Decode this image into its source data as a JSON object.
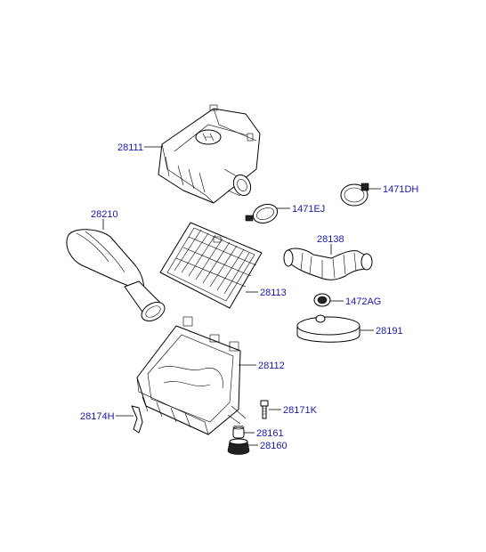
{
  "diagram": {
    "parts": [
      {
        "id": "28111",
        "label": "28111"
      },
      {
        "id": "1471EJ",
        "label": "1471EJ"
      },
      {
        "id": "1471DH",
        "label": "1471DH"
      },
      {
        "id": "28210",
        "label": "28210"
      },
      {
        "id": "28138",
        "label": "28138"
      },
      {
        "id": "28113",
        "label": "28113"
      },
      {
        "id": "1472AG",
        "label": "1472AG"
      },
      {
        "id": "28191",
        "label": "28191"
      },
      {
        "id": "28112",
        "label": "28112"
      },
      {
        "id": "28171K",
        "label": "28171K"
      },
      {
        "id": "28174H",
        "label": "28174H"
      },
      {
        "id": "28161",
        "label": "28161"
      },
      {
        "id": "28160",
        "label": "28160"
      }
    ],
    "label_color": "#1a1aa8",
    "line_color": "#000000",
    "logo_icon": "hyundai-logo-icon"
  }
}
